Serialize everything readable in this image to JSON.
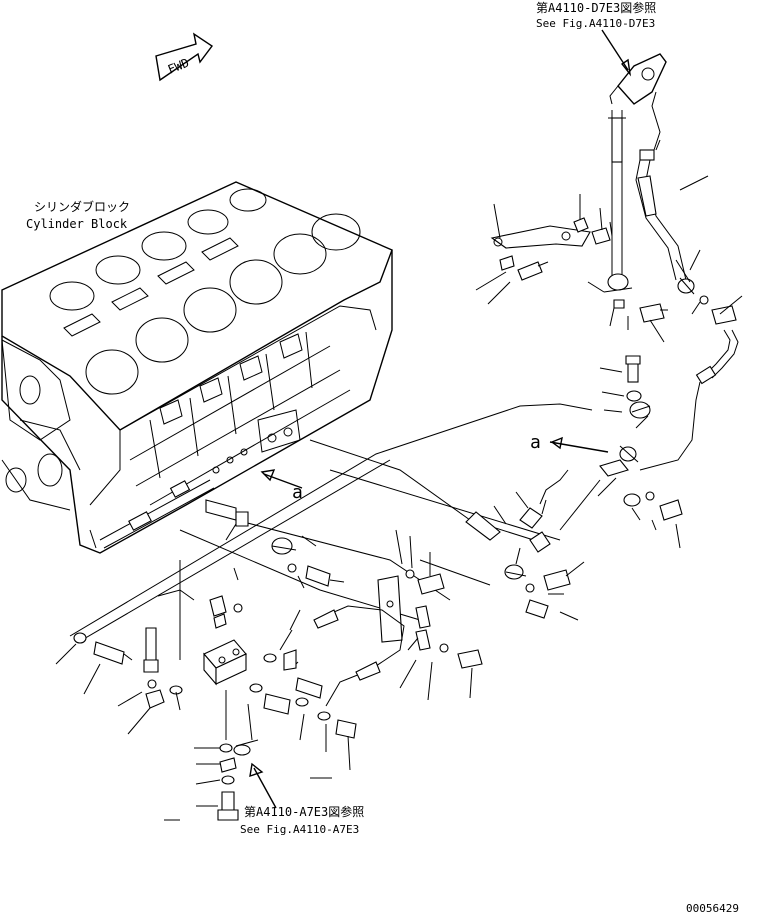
{
  "refs": {
    "top": {
      "jp": "第A4110-D7E3図参照",
      "en": "See Fig.A4110-D7E3"
    },
    "bottom": {
      "jp": "第A4110-A7E3図参照",
      "en": "See Fig.A4110-A7E3"
    }
  },
  "cylinder_block": {
    "jp": "シリンダブロック",
    "en": "Cylinder Block"
  },
  "fwd": "FWD",
  "view_marker": "a",
  "drawing_number": "00056429"
}
